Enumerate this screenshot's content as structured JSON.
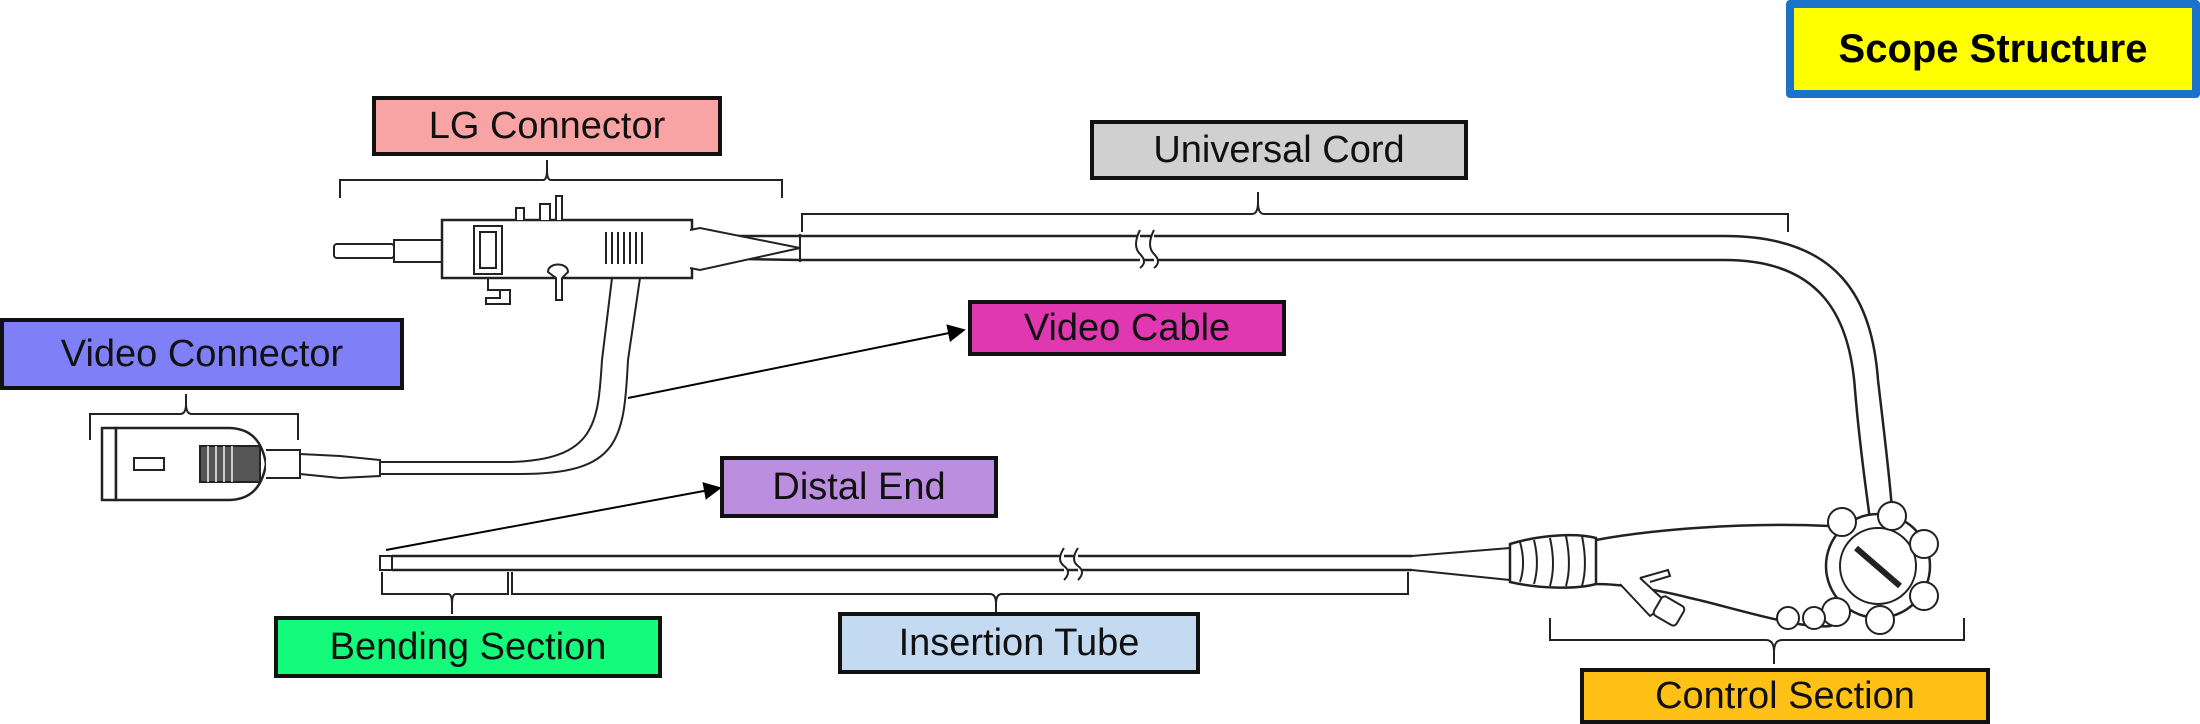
{
  "title": "Scope Structure",
  "labels": {
    "lg_connector": "LG Connector",
    "universal_cord": "Universal Cord",
    "video_connector": "Video Connector",
    "video_cable": "Video Cable",
    "distal_end": "Distal End",
    "bending_section": "Bending Section",
    "insertion_tube": "Insertion Tube",
    "control_section": "Control Section"
  },
  "colors": {
    "lg_connector": "#f8a4a4",
    "universal_cord": "#d0d0d0",
    "video_connector": "#7f7ff8",
    "video_cable": "#e038b0",
    "distal_end": "#bb8ee0",
    "bending_section": "#14fb7c",
    "insertion_tube": "#c4daf0",
    "control_section": "#ffc115",
    "title_fill": "#ffff00",
    "title_border": "#1a73c8"
  }
}
